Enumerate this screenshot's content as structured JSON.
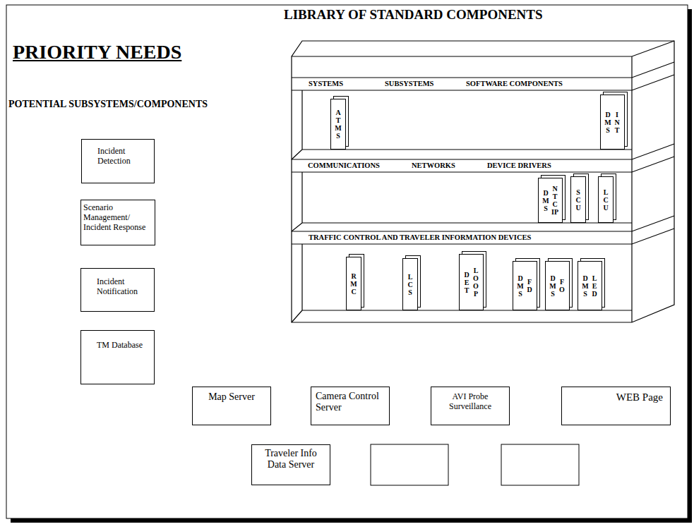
{
  "diagram": {
    "title": "PRIORITY NEEDS",
    "nodes": [
      {
        "text": [
          "Incident Detection"
        ]
      },
      {
        "text": [
          "Scenario Management/ Incident Response"
        ]
      },
      {
        "text": [
          "Incident Notification"
        ]
      },
      {
        "text": [
          "TM Database"
        ]
      },
      {
        "text": [
          "Map Server"
        ]
      },
      {
        "text": [
          "Camera Control Server"
        ]
      },
      {
        "text": [
          "AVI Probe Surveillance"
        ]
      },
      {
        "text": [
          "WEB Page"
        ]
      },
      {
        "text": [
          "Traveler Info Data Server"
        ]
      },
      {
        "text": [
          "ATMS"
        ]
      },
      {
        "text": [
          "DMS",
          "INT"
        ]
      },
      {
        "text": [
          "DMS",
          "NTCIP"
        ]
      },
      {
        "text": [
          "SCU"
        ]
      },
      {
        "text": [
          "LCU"
        ]
      },
      {
        "text": [
          "RMC"
        ]
      },
      {
        "text": [
          "LCS"
        ]
      },
      {
        "text": [
          "DET",
          "LOOP"
        ]
      },
      {
        "text": [
          "DMS",
          "FD"
        ]
      },
      {
        "text": [
          "DMS",
          "FO"
        ]
      },
      {
        "text": [
          "DMS",
          "LED"
        ]
      }
    ],
    "labels": [
      "LIBRARY OF STANDARD COMPONENTS",
      "POTENTIAL SUBSYSTEMS/COMPONENTS",
      "SYSTEMS",
      "SUBSYSTEMS",
      "SOFTWARE COMPONENTS",
      "COMMUNICATIONS",
      "NETWORKS",
      "DEVICE DRIVERS",
      "TRAFFIC CONTROL AND TRAVELER INFORMATION DEVICES"
    ]
  }
}
